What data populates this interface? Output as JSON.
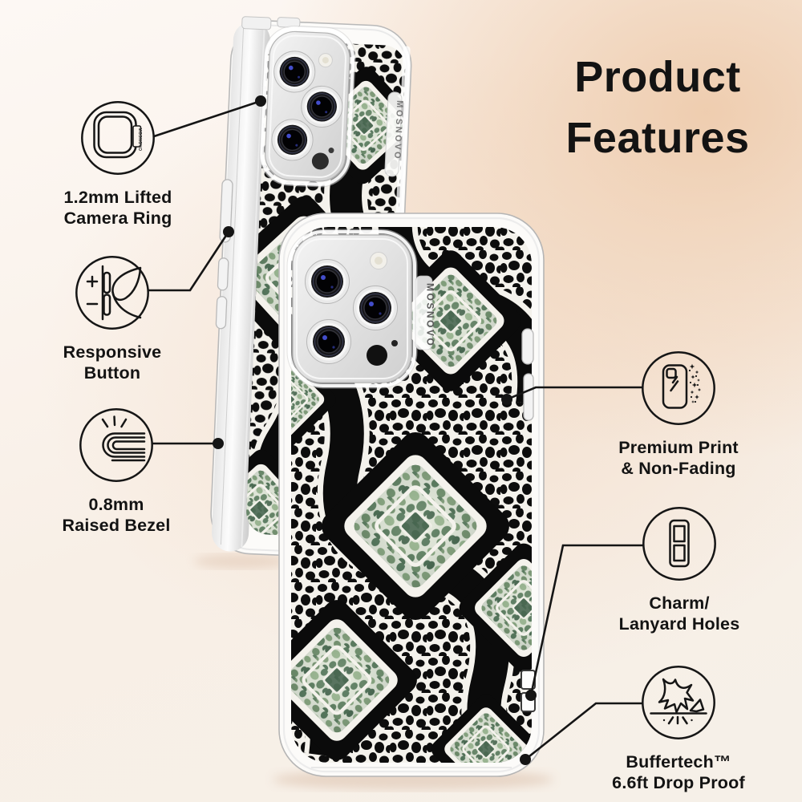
{
  "page": {
    "title_lines": [
      "Product",
      "Features"
    ]
  },
  "brand": {
    "name": "MOSNOVO"
  },
  "features": [
    {
      "icon": "camera-ring-icon",
      "label_lines": [
        "1.2mm Lifted",
        "Camera Ring"
      ]
    },
    {
      "icon": "responsive-button-icon",
      "label_lines": [
        "Responsive",
        "Button"
      ],
      "glyphs": {
        "plus": "+",
        "minus": "−"
      }
    },
    {
      "icon": "raised-bezel-icon",
      "label_lines": [
        "0.8mm",
        "Raised Bezel"
      ]
    },
    {
      "icon": "premium-print-icon",
      "label_lines": [
        "Premium Print",
        "& Non-Fading"
      ]
    },
    {
      "icon": "charm-lanyard-holes-icon",
      "label_lines": [
        "Charm/",
        "Lanyard Holes"
      ]
    },
    {
      "icon": "drop-proof-icon",
      "label_lines": [
        "Buffertech™",
        "6.6ft Drop Proof"
      ]
    }
  ],
  "colors": {
    "background_peach": "#f0d6c0",
    "background_cream": "#f8f3ec",
    "pattern_black": "#0b0b0b",
    "pattern_green": "#5c7c60",
    "callout_line": "#151515",
    "text": "#131313"
  }
}
